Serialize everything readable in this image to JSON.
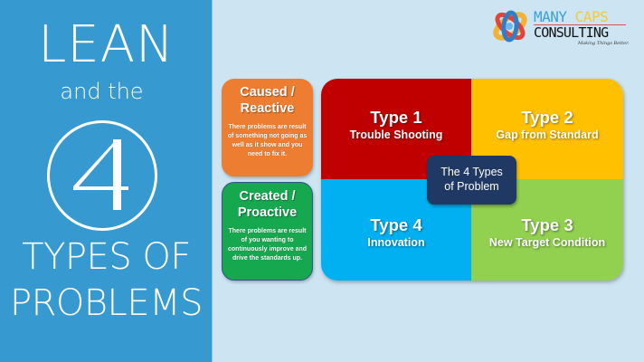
{
  "title": {
    "line1": "LEAN",
    "line2": "and the",
    "number": "4",
    "line3": "TYPES OF",
    "line4": "PROBLEMS"
  },
  "logo": {
    "many": "MANY",
    "caps": "CAPS",
    "consulting": "CONSULTING",
    "tagline": "Making Things Better."
  },
  "categories": [
    {
      "title_line1": "Caused /",
      "title_line2": "Reactive",
      "description": "There problems are result of something not going as well as it show and you need to fix it.",
      "color": "#ed7d31"
    },
    {
      "title_line1": "Created /",
      "title_line2": "Proactive",
      "description": "There problems are result of you wanting to continuously improve and drive the standards up.",
      "color": "#16a84f"
    }
  ],
  "quadrants": [
    {
      "type": "Type 1",
      "name": "Trouble Shooting",
      "color": "#c00000"
    },
    {
      "type": "Type 2",
      "name": "Gap from Standard",
      "color": "#ffc000"
    },
    {
      "type": "Type 3",
      "name": "New Target Condition",
      "color": "#92d050"
    },
    {
      "type": "Type 4",
      "name": "Innovation",
      "color": "#00b0f0"
    }
  ],
  "center": {
    "line1": "The 4 Types",
    "line2": "of Problem",
    "color": "#203864"
  },
  "colors": {
    "left_panel": "#3699cf",
    "background": "#cde5f2"
  }
}
